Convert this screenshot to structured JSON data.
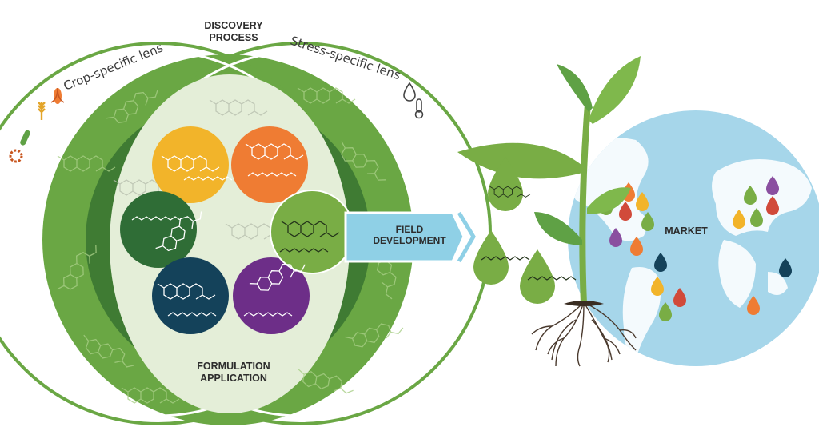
{
  "labels": {
    "discovery_1": "DISCOVERY",
    "discovery_2": "PROCESS",
    "crop_lens": "Crop-specific lens",
    "stress_lens": "Stress-specific lens",
    "formulation_1": "FORMULATION",
    "formulation_2": "APPLICATION",
    "field_1": "FIELD",
    "field_2": "DEVELOPMENT",
    "market": "MARKET"
  },
  "colors": {
    "outer_green": "#6aa744",
    "dark_green": "#3f7b33",
    "inner_pale": "#e4eed8",
    "yellow": "#f2b42a",
    "orange": "#ef7c33",
    "forest": "#2f6d36",
    "navy": "#14425a",
    "purple": "#6d2e88",
    "lime": "#79ad45",
    "arrow_blue": "#8fd0e6",
    "globe_blue": "#a6d6ea"
  },
  "icons": [
    "crop-ring-icon",
    "seed-pod-icon",
    "wheat-icon",
    "corn-icon",
    "water-drop-icon",
    "thermometer-icon"
  ]
}
